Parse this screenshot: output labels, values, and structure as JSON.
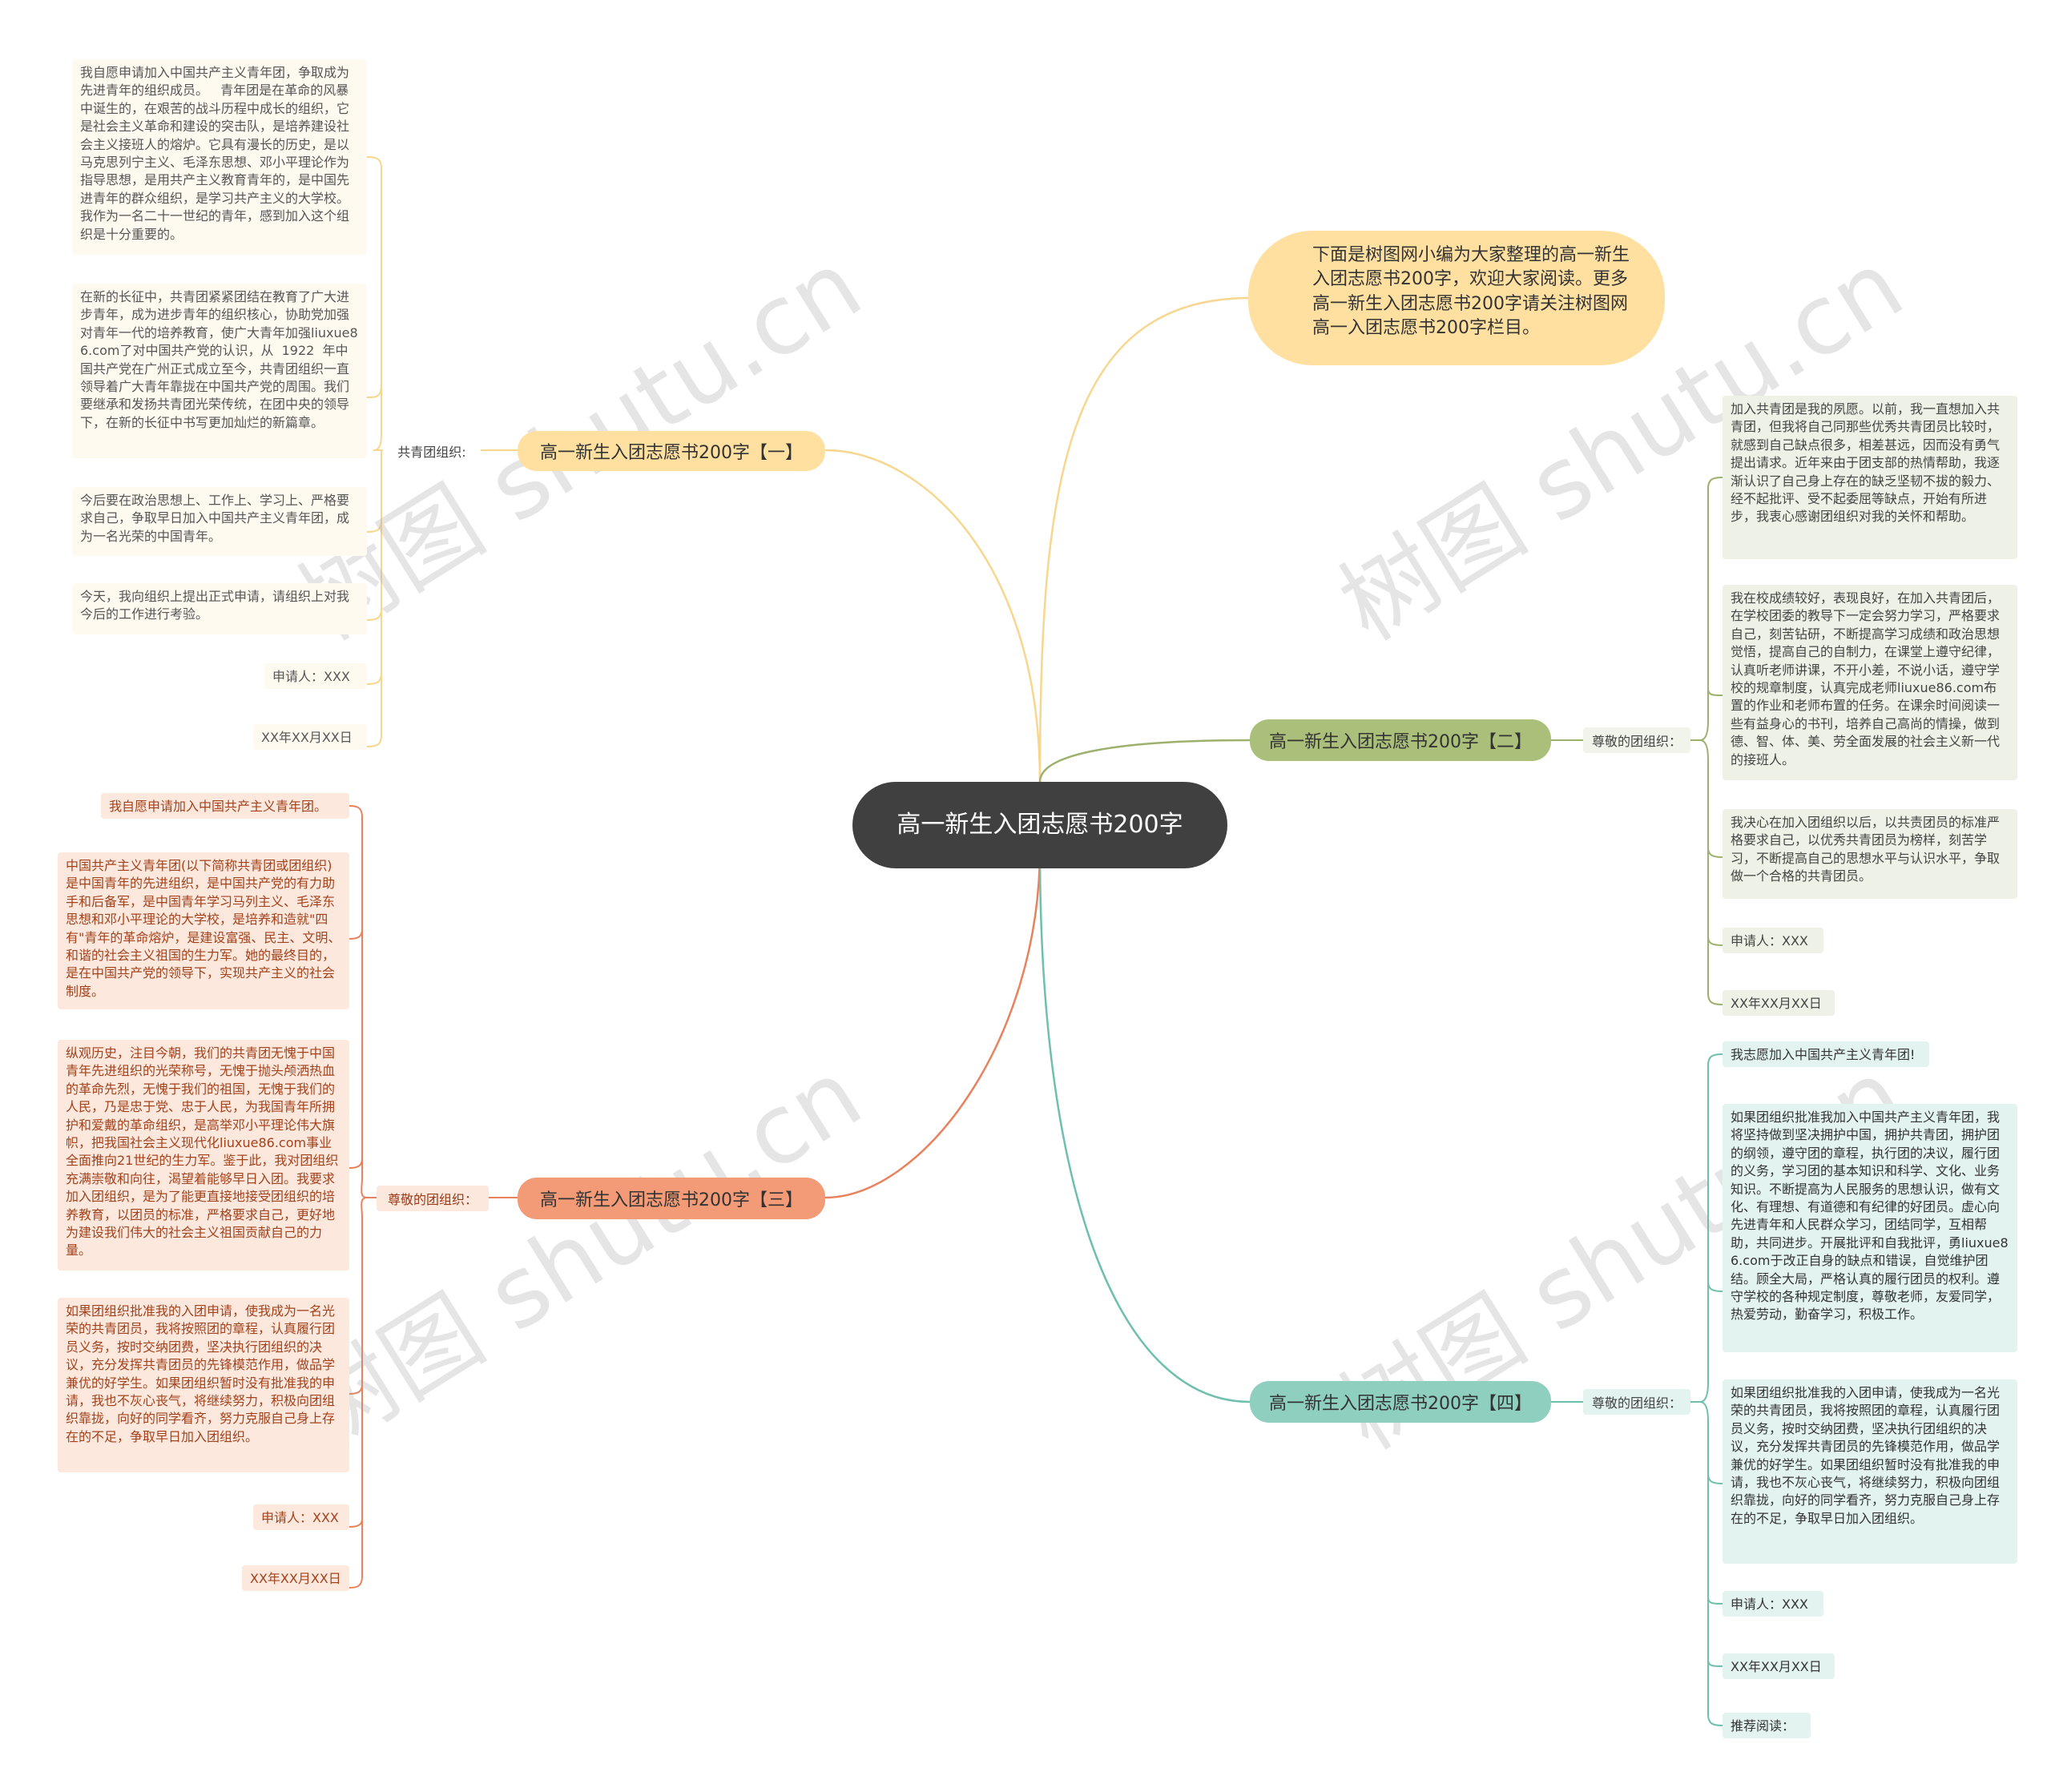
{
  "center": {
    "title": "高一新生入团志愿书200字"
  },
  "intro": {
    "text": "下面是树图网小编为大家整理的高一新生入团志愿书200字，欢迎大家阅读。更多高一新生入团志愿书200字请关注树图网高一入团志愿书200字栏目。"
  },
  "branches": [
    {
      "label": "高一新生入团志愿书200字【一】",
      "sub": "共青团组织:",
      "color": "#f7d78f",
      "leaves": [
        "我自愿申请加入中国共产主义青年团，争取成为先进青年的组织成员。   青年团是在革命的风暴中诞生的，在艰苦的战斗历程中成长的组织，它是社会主义革命和建设的突击队，是培养建设社会主义接班人的熔炉。它具有漫长的历史，是以马克思列宁主义、毛泽东思想、邓小平理论作为指导思想，是用共产主义教育青年的，是中国先进青年的群众组织，是学习共产主义的大学校。我作为一名二十一世纪的青年，感到加入这个组织是十分重要的。",
        "在新的长征中，共青团紧紧团结在教育了广大进步青年，成为进步青年的组织核心，协助党加强对青年一代的培养教育，使广大青年加强liuxue86.com了对中国共产党的认识，从  1922  年中国共产党在广州正式成立至今，共青团组织一直领导着广大青年靠拢在中国共产党的周围。我们要继承和发扬共青团光荣传统，在团中央的领导下，在新的长征中书写更加灿烂的新篇章。",
        "今后要在政治思想上、工作上、学习上、严格要求自己，争取早日加入中国共产主义青年团，成为一名光荣的中国青年。",
        "今天，我向组织上提出正式申请，请组织上对我今后的工作进行考验。",
        "申请人：XXX",
        "XX年XX月XX日"
      ]
    },
    {
      "label": "高一新生入团志愿书200字【二】",
      "sub": "尊敬的团组织：",
      "color": "#9db06c",
      "leaves": [
        "加入共青团是我的夙愿。以前，我一直想加入共青团，但我将自己同那些优秀共青团员比较时，就感到自己缺点很多，相差甚远，因而没有勇气提出请求。近年来由于团支部的热情帮助，我逐渐认识了自己身上存在的缺乏坚韧不拔的毅力、经不起批评、受不起委屈等缺点，开始有所进步，我衷心感谢团组织对我的关怀和帮助。",
        "我在校成绩较好，表现良好，在加入共青团后，在学校团委的教导下一定会努力学习，严格要求自己，刻苦钻研，不断提高学习成绩和政治思想觉悟，提高自己的自制力，在课堂上遵守纪律，认真听老师讲课，不开小差，不说小话，遵守学校的规章制度，认真完成老师liuxue86.com布置的作业和老师布置的任务。在课余时间阅读一些有益身心的书刊，培养自己高尚的情操，做到德、智、体、美、劳全面发展的社会主义新一代的接班人。",
        "我决心在加入团组织以后，以共责团员的标准严格要求自己，以优秀共青团员为榜样，刻苦学习，不断提高自己的思想水平与认识水平，争取做一个合格的共青团员。",
        "申请人：XXX",
        "XX年XX月XX日"
      ]
    },
    {
      "label": "高一新生入团志愿书200字【三】",
      "sub": "尊敬的团组织：",
      "color": "#e8825e",
      "leaves": [
        "我自愿申请加入中国共产主义青年团。",
        "中国共产主义青年团(以下简称共青团或团组织)是中国青年的先进组织，是中国共产党的有力助手和后备军，是中国青年学习马列主义、毛泽东思想和邓小平理论的大学校，是培养和造就\"四有\"青年的革命熔炉，是建设富强、民主、文明、和谐的社会主义祖国的生力军。她的最终目的，是在中国共产党的领导下，实现共产主义的社会制度。",
        "纵观历史，注目今朝，我们的共青团无愧于中国青年先进组织的光荣称号，无愧于抛头颅洒热血的革命先烈，无愧于我们的祖国，无愧于我们的人民，乃是忠于党、忠于人民，为我国青年所拥护和爱戴的革命组织，是高举邓小平理论伟大旗帜，把我国社会主义现代化liuxue86.com事业全面推向21世纪的生力军。鉴于此，我对团组织充满崇敬和向往，渴望着能够早日入团。我要求加入团组织，是为了能更直接地接受团组织的培养教育，以团员的标准，严格要求自己，更好地为建设我们伟大的社会主义祖国贡献自己的力量。",
        "如果团组织批准我的入团申请，使我成为一名光荣的共青团员，我将按照团的章程，认真履行团员义务，按时交纳团费，坚决执行团组织的决议，充分发挥共青团员的先锋模范作用，做品学兼优的好学生。如果团组织暂时没有批准我的申请，我也不灰心丧气，将继续努力，积极向团组织靠拢，向好的同学看齐，努力克服自己身上存在的不足，争取早日加入团组织。",
        "申请人：XXX",
        "XX年XX月XX日"
      ]
    },
    {
      "label": "高一新生入团志愿书200字【四】",
      "sub": "尊敬的团组织：",
      "color": "#6fbfae",
      "leaves": [
        "我志愿加入中国共产主义青年团!",
        "如果团组织批准我加入中国共产主义青年团，我将坚持做到坚决拥护中国，拥护共青团，拥护团的纲领，遵守团的章程，执行团的决议，履行团的义务，学习团的基本知识和科学、文化、业务知识。不断提高为人民服务的思想认识，做有文化、有理想、有道德和有纪律的好团员。虚心向先进青年和人民群众学习，团结同学，互相帮助，共同进步。开展批评和自我批评，勇liuxue86.com于改正自身的缺点和错误，自觉维护团结。顾全大局，严格认真的履行团员的权利。遵守学校的各种规定制度，尊敬老师，友爱同学，热爱劳动，勤奋学习，积极工作。",
        "如果团组织批准我的入团申请，使我成为一名光荣的共青团员，我将按照团的章程，认真履行团员义务，按时交纳团费，坚决执行团组织的决议，充分发挥共青团员的先锋模范作用，做品学兼优的好学生。如果团组织暂时没有批准我的申请，我也不灰心丧气，将继续努力，积极向团组织靠拢，向好的同学看齐，努力克服自己身上存在的不足，争取早日加入团组织。",
        "申请人：XXX",
        "XX年XX月XX日",
        "推荐阅读："
      ]
    }
  ],
  "watermark": "树图 shutu.cn"
}
